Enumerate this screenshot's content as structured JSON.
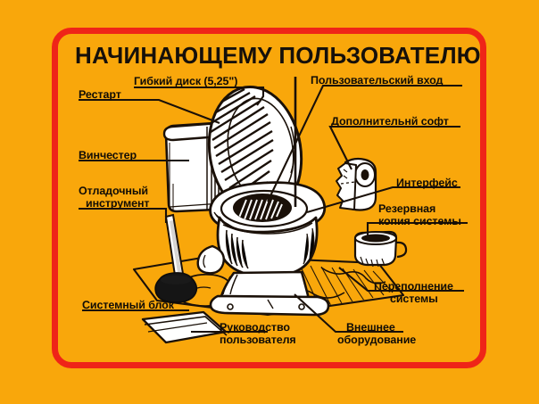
{
  "poster": {
    "title": "НАЧИНАЮЩЕМУ ПОЛЬЗОВАТЕЛЮ",
    "background_color": "#F9A70B",
    "frame_color": "#EF2418",
    "text_color": "#120D06",
    "ink_color": "#1A1008",
    "paper_color": "#FFFFFF"
  },
  "labels": {
    "restart": "Рестарт",
    "floppy_disk": "Гибкий диск (5,25\")",
    "user_login": "Пользовательский вход",
    "extra_software": "Дополнительнй софт",
    "winchester": "Винчестер",
    "interface": "Интерфейс",
    "debug_tool_line1": "Отладочный",
    "debug_tool_line2": "инструмент",
    "backup_line1": "Резервная",
    "backup_line2": "копия системы",
    "system_unit": "Системный блок",
    "overflow_line1": "Переполнение",
    "overflow_line2": "системы",
    "manual_line1": "Руководство",
    "manual_line2": "пользователя",
    "external_line1": "Внешнее",
    "external_line2": "оборудование"
  },
  "illustration": {
    "subject": "toilet-with-open-lid",
    "objects": [
      "toilet-bowl",
      "toilet-tank",
      "toilet-lid",
      "flush-handle",
      "plunger",
      "toilet-paper-roll",
      "coffee-mug",
      "floor-mat",
      "newspaper-sheet",
      "spilled-water-puddle",
      "toilet-brush-handle"
    ]
  }
}
